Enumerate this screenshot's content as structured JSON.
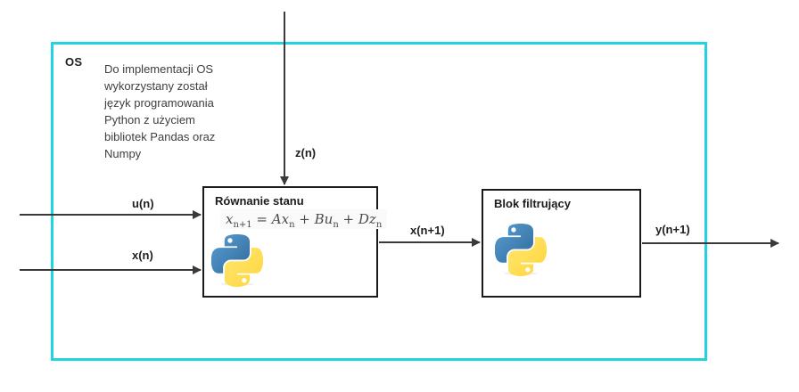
{
  "frame": {
    "label": "OS",
    "description": "Do implementacji OS\nwykorzystany został\njęzyk programowania\nPython z użyciem\nbibliotek Pandas oraz\nNumpy"
  },
  "signals": {
    "z": "z(n)",
    "u": "u(n)",
    "x": "x(n)",
    "x_next": "x(n+1)",
    "y_next": "y(n+1)"
  },
  "blocks": [
    {
      "title": "Równanie stanu",
      "equation_tex": "x_{n+1} = Ax_n + Bu_n + Dz_n",
      "equation_parts": [
        {
          "v": "x",
          "sub": "n+1"
        },
        {
          "op": " = "
        },
        {
          "v": "Ax",
          "sub": "n"
        },
        {
          "op": " + "
        },
        {
          "v": "Bu",
          "sub": "n"
        },
        {
          "op": " + "
        },
        {
          "v": "Dz",
          "sub": "n"
        }
      ],
      "icon": "python-logo"
    },
    {
      "title": "Blok filtrujący",
      "icon": "python-logo"
    }
  ],
  "colors": {
    "frame_border": "#22d4e0",
    "block_border": "#1a1a1a",
    "arrow": "#3a3a3a",
    "python_blue": "#306998",
    "python_blue_light": "#5A9FD4",
    "python_yellow": "#FFD43B",
    "python_yellow_light": "#FFE873"
  }
}
